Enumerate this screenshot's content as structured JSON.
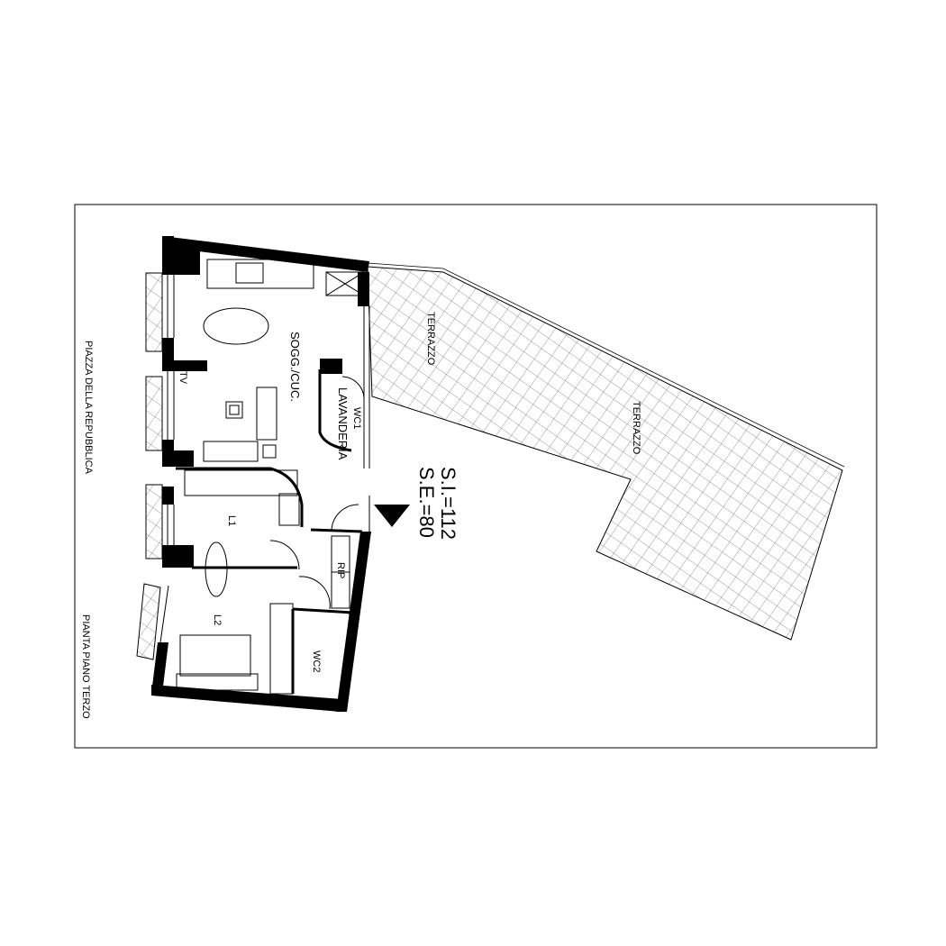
{
  "street_label": "PIAZZA DELLA REPUBBLICA",
  "plan_title": "PIANTA PIANO TERZO",
  "areas": {
    "interior": "S.I.=112",
    "exterior": "S.E.=80"
  },
  "rooms": {
    "living_kitchen": "SOGG./CUC.",
    "tv": "TV",
    "wc1": "WC1",
    "laundry": "LAVANDERIA",
    "bedroom1": "L1",
    "bedroom2": "L2",
    "storage": "RIP",
    "wc2": "WC2",
    "terrace1": "TERRAZZO",
    "terrace2": "TERRAZZO"
  },
  "colors": {
    "wall": "#000000",
    "line": "#000000",
    "background": "#ffffff"
  }
}
